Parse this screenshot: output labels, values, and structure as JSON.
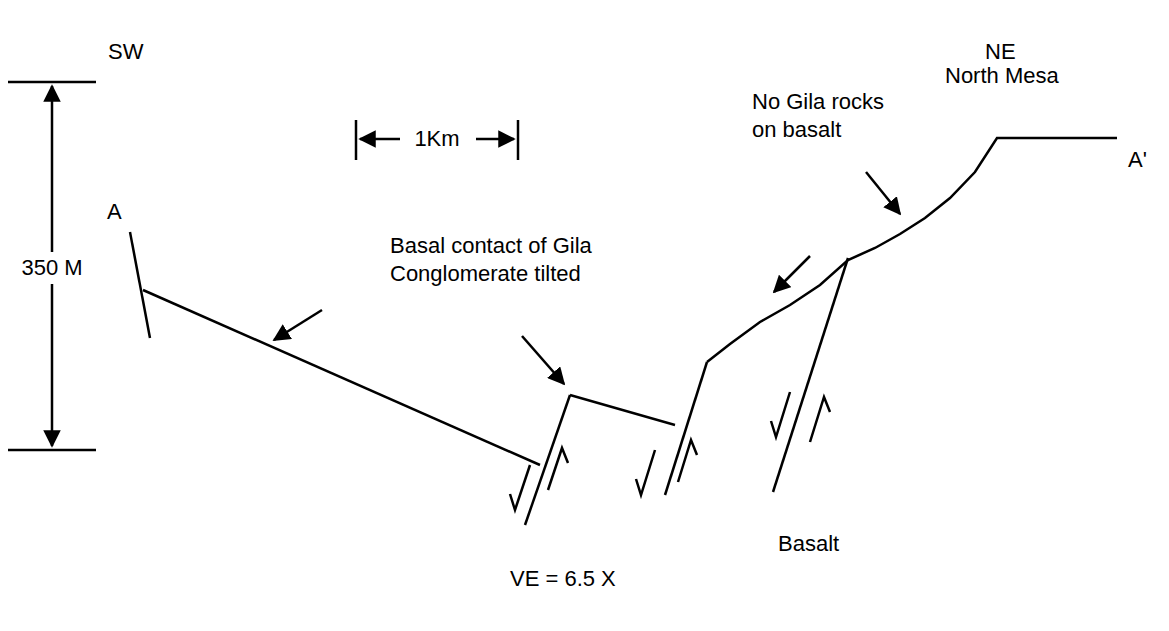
{
  "diagram": {
    "labels": [
      "SW",
      "NE",
      "1Km",
      "350 M",
      "A",
      "Basal contact of Gila Conglomerate tilted",
      "No Gila rocks on basalt",
      "North Mesa",
      "A'",
      "Basalt",
      "VE = 6.5 X"
    ]
  }
}
